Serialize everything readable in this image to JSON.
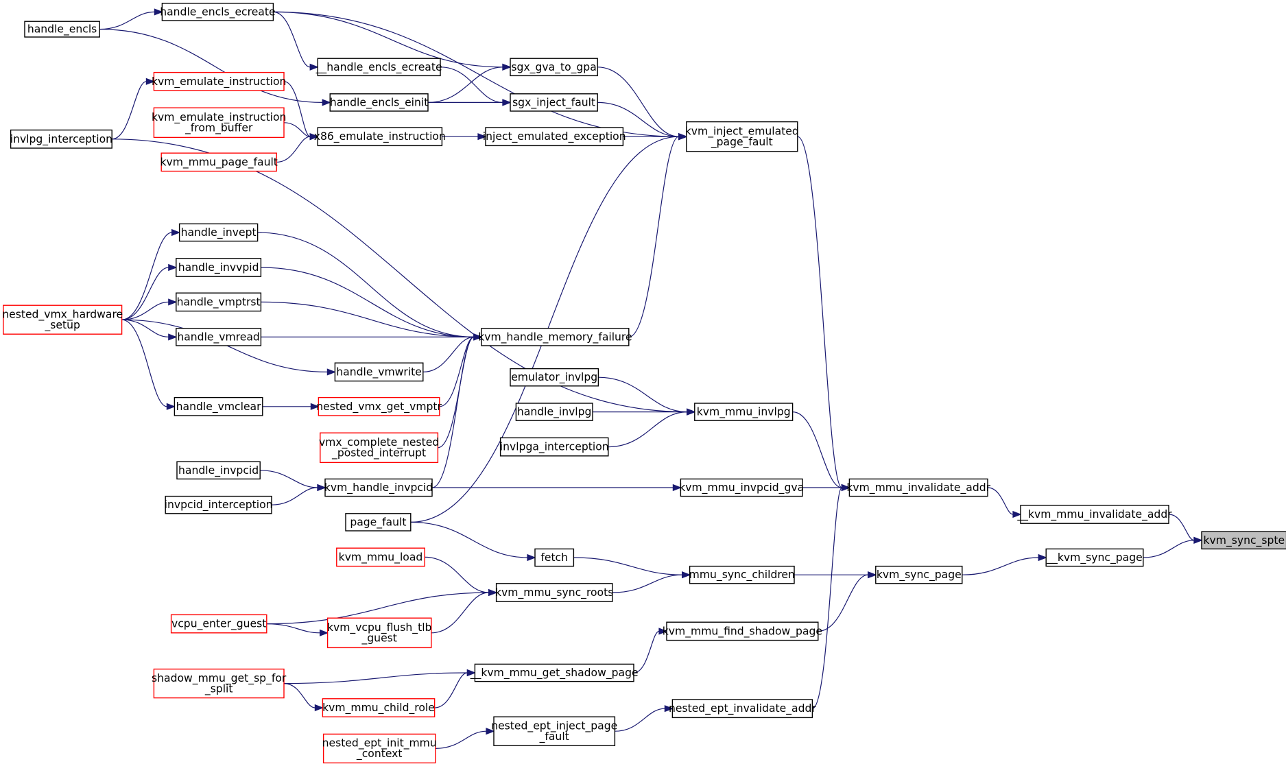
{
  "graph": {
    "type": "caller-graph",
    "colors": {
      "edge": "#191970",
      "node_border": "#000000",
      "truncated_node_border": "#ff0000",
      "focus_node_fill": "#bfbfbf",
      "node_fill": "#ffffff"
    },
    "nodes": [
      {
        "id": "handle_encls",
        "lines": [
          "handle_encls"
        ],
        "style": "normal"
      },
      {
        "id": "handle_encls_ecreate",
        "lines": [
          "handle_encls_ecreate"
        ],
        "style": "normal"
      },
      {
        "id": "__handle_encls_ecreate",
        "lines": [
          "__handle_encls_ecreate"
        ],
        "style": "normal"
      },
      {
        "id": "handle_encls_einit",
        "lines": [
          "handle_encls_einit"
        ],
        "style": "normal"
      },
      {
        "id": "sgx_gva_to_gpa",
        "lines": [
          "sgx_gva_to_gpa"
        ],
        "style": "normal"
      },
      {
        "id": "sgx_inject_fault",
        "lines": [
          "sgx_inject_fault"
        ],
        "style": "normal"
      },
      {
        "id": "kvm_emulate_instruction",
        "lines": [
          "kvm_emulate_instruction"
        ],
        "style": "truncated"
      },
      {
        "id": "kvm_emulate_instruction_from_buffer",
        "lines": [
          "kvm_emulate_instruction",
          "_from_buffer"
        ],
        "style": "truncated"
      },
      {
        "id": "kvm_mmu_page_fault",
        "lines": [
          "kvm_mmu_page_fault"
        ],
        "style": "truncated"
      },
      {
        "id": "invlpg_interception",
        "lines": [
          "invlpg_interception"
        ],
        "style": "normal"
      },
      {
        "id": "x86_emulate_instruction",
        "lines": [
          "x86_emulate_instruction"
        ],
        "style": "normal"
      },
      {
        "id": "inject_emulated_exception",
        "lines": [
          "inject_emulated_exception"
        ],
        "style": "normal"
      },
      {
        "id": "kvm_inject_emulated_page_fault",
        "lines": [
          "kvm_inject_emulated",
          "_page_fault"
        ],
        "style": "normal"
      },
      {
        "id": "handle_invept",
        "lines": [
          "handle_invept"
        ],
        "style": "normal"
      },
      {
        "id": "handle_invvpid",
        "lines": [
          "handle_invvpid"
        ],
        "style": "normal"
      },
      {
        "id": "handle_vmptrst",
        "lines": [
          "handle_vmptrst"
        ],
        "style": "normal"
      },
      {
        "id": "handle_vmread",
        "lines": [
          "handle_vmread"
        ],
        "style": "normal"
      },
      {
        "id": "handle_vmwrite",
        "lines": [
          "handle_vmwrite"
        ],
        "style": "normal"
      },
      {
        "id": "handle_vmclear",
        "lines": [
          "handle_vmclear"
        ],
        "style": "normal"
      },
      {
        "id": "nested_vmx_hardware_setup",
        "lines": [
          "nested_vmx_hardware",
          "_setup"
        ],
        "style": "truncated"
      },
      {
        "id": "kvm_handle_memory_failure",
        "lines": [
          "kvm_handle_memory_failure"
        ],
        "style": "normal"
      },
      {
        "id": "nested_vmx_get_vmptr",
        "lines": [
          "nested_vmx_get_vmptr"
        ],
        "style": "truncated"
      },
      {
        "id": "vmx_complete_nested_posted_interrupt",
        "lines": [
          "vmx_complete_nested",
          "_posted_interrupt"
        ],
        "style": "truncated"
      },
      {
        "id": "emulator_invlpg",
        "lines": [
          "emulator_invlpg"
        ],
        "style": "normal"
      },
      {
        "id": "handle_invlpg",
        "lines": [
          "handle_invlpg"
        ],
        "style": "normal"
      },
      {
        "id": "invlpga_interception",
        "lines": [
          "invlpga_interception"
        ],
        "style": "normal"
      },
      {
        "id": "kvm_mmu_invlpg",
        "lines": [
          "kvm_mmu_invlpg"
        ],
        "style": "normal"
      },
      {
        "id": "handle_invpcid",
        "lines": [
          "handle_invpcid"
        ],
        "style": "normal"
      },
      {
        "id": "invpcid_interception",
        "lines": [
          "invpcid_interception"
        ],
        "style": "normal"
      },
      {
        "id": "kvm_handle_invpcid",
        "lines": [
          "kvm_handle_invpcid"
        ],
        "style": "normal"
      },
      {
        "id": "kvm_mmu_invpcid_gva",
        "lines": [
          "kvm_mmu_invpcid_gva"
        ],
        "style": "normal"
      },
      {
        "id": "kvm_mmu_invalidate_addr",
        "lines": [
          "kvm_mmu_invalidate_addr"
        ],
        "style": "normal"
      },
      {
        "id": "__kvm_mmu_invalidate_addr",
        "lines": [
          "__kvm_mmu_invalidate_addr"
        ],
        "style": "normal"
      },
      {
        "id": "kvm_sync_spte",
        "lines": [
          "kvm_sync_spte"
        ],
        "style": "focus"
      },
      {
        "id": "page_fault",
        "lines": [
          "page_fault"
        ],
        "style": "normal"
      },
      {
        "id": "fetch",
        "lines": [
          "fetch"
        ],
        "style": "normal"
      },
      {
        "id": "kvm_mmu_load",
        "lines": [
          "kvm_mmu_load"
        ],
        "style": "truncated"
      },
      {
        "id": "mmu_sync_children",
        "lines": [
          "mmu_sync_children"
        ],
        "style": "normal"
      },
      {
        "id": "kvm_sync_page",
        "lines": [
          "kvm_sync_page"
        ],
        "style": "normal"
      },
      {
        "id": "__kvm_sync_page",
        "lines": [
          "__kvm_sync_page"
        ],
        "style": "normal"
      },
      {
        "id": "kvm_mmu_sync_roots",
        "lines": [
          "kvm_mmu_sync_roots"
        ],
        "style": "normal"
      },
      {
        "id": "vcpu_enter_guest",
        "lines": [
          "vcpu_enter_guest"
        ],
        "style": "truncated"
      },
      {
        "id": "kvm_vcpu_flush_tlb_guest",
        "lines": [
          "kvm_vcpu_flush_tlb",
          "_guest"
        ],
        "style": "truncated"
      },
      {
        "id": "kvm_mmu_find_shadow_page",
        "lines": [
          "kvm_mmu_find_shadow_page"
        ],
        "style": "normal"
      },
      {
        "id": "shadow_mmu_get_sp_for_split",
        "lines": [
          "shadow_mmu_get_sp_for",
          "_split"
        ],
        "style": "truncated"
      },
      {
        "id": "__kvm_mmu_get_shadow_page",
        "lines": [
          "__kvm_mmu_get_shadow_page"
        ],
        "style": "normal"
      },
      {
        "id": "kvm_mmu_child_role",
        "lines": [
          "kvm_mmu_child_role"
        ],
        "style": "truncated"
      },
      {
        "id": "nested_ept_invalidate_addr",
        "lines": [
          "nested_ept_invalidate_addr"
        ],
        "style": "normal"
      },
      {
        "id": "nested_ept_inject_page_fault",
        "lines": [
          "nested_ept_inject_page",
          "_fault"
        ],
        "style": "normal"
      },
      {
        "id": "nested_ept_init_mmu_context",
        "lines": [
          "nested_ept_init_mmu",
          "_context"
        ],
        "style": "truncated"
      }
    ],
    "edges": [
      [
        "handle_encls",
        "handle_encls_ecreate"
      ],
      [
        "handle_encls",
        "handle_encls_einit"
      ],
      [
        "handle_encls_ecreate",
        "kvm_inject_emulated_page_fault"
      ],
      [
        "handle_encls_ecreate",
        "__handle_encls_ecreate"
      ],
      [
        "handle_encls_ecreate",
        "sgx_gva_to_gpa"
      ],
      [
        "__handle_encls_ecreate",
        "sgx_inject_fault"
      ],
      [
        "handle_encls_einit",
        "sgx_gva_to_gpa"
      ],
      [
        "handle_encls_einit",
        "sgx_inject_fault"
      ],
      [
        "sgx_gva_to_gpa",
        "kvm_inject_emulated_page_fault"
      ],
      [
        "sgx_inject_fault",
        "kvm_inject_emulated_page_fault"
      ],
      [
        "invlpg_interception",
        "kvm_emulate_instruction"
      ],
      [
        "kvm_emulate_instruction",
        "x86_emulate_instruction"
      ],
      [
        "kvm_emulate_instruction_from_buffer",
        "x86_emulate_instruction"
      ],
      [
        "kvm_mmu_page_fault",
        "x86_emulate_instruction"
      ],
      [
        "x86_emulate_instruction",
        "inject_emulated_exception"
      ],
      [
        "inject_emulated_exception",
        "kvm_inject_emulated_page_fault"
      ],
      [
        "invlpg_interception",
        "kvm_mmu_invlpg"
      ],
      [
        "nested_vmx_hardware_setup",
        "handle_invept"
      ],
      [
        "nested_vmx_hardware_setup",
        "handle_invvpid"
      ],
      [
        "nested_vmx_hardware_setup",
        "handle_vmptrst"
      ],
      [
        "nested_vmx_hardware_setup",
        "handle_vmread"
      ],
      [
        "nested_vmx_hardware_setup",
        "handle_vmwrite"
      ],
      [
        "nested_vmx_hardware_setup",
        "handle_vmclear"
      ],
      [
        "handle_invept",
        "kvm_handle_memory_failure"
      ],
      [
        "handle_invvpid",
        "kvm_handle_memory_failure"
      ],
      [
        "handle_vmptrst",
        "kvm_handle_memory_failure"
      ],
      [
        "handle_vmread",
        "kvm_handle_memory_failure"
      ],
      [
        "handle_vmwrite",
        "kvm_handle_memory_failure"
      ],
      [
        "handle_vmclear",
        "nested_vmx_get_vmptr"
      ],
      [
        "nested_vmx_get_vmptr",
        "kvm_handle_memory_failure"
      ],
      [
        "vmx_complete_nested_posted_interrupt",
        "kvm_handle_memory_failure"
      ],
      [
        "kvm_handle_invpcid",
        "kvm_handle_memory_failure"
      ],
      [
        "kvm_handle_memory_failure",
        "kvm_inject_emulated_page_fault"
      ],
      [
        "emulator_invlpg",
        "kvm_mmu_invlpg"
      ],
      [
        "handle_invlpg",
        "kvm_mmu_invlpg"
      ],
      [
        "invlpga_interception",
        "kvm_mmu_invlpg"
      ],
      [
        "kvm_mmu_invlpg",
        "kvm_mmu_invalidate_addr"
      ],
      [
        "handle_invpcid",
        "kvm_handle_invpcid"
      ],
      [
        "invpcid_interception",
        "kvm_handle_invpcid"
      ],
      [
        "kvm_handle_invpcid",
        "kvm_mmu_invpcid_gva"
      ],
      [
        "kvm_mmu_invpcid_gva",
        "kvm_mmu_invalidate_addr"
      ],
      [
        "kvm_inject_emulated_page_fault",
        "kvm_mmu_invalidate_addr"
      ],
      [
        "kvm_mmu_invalidate_addr",
        "__kvm_mmu_invalidate_addr"
      ],
      [
        "__kvm_mmu_invalidate_addr",
        "kvm_sync_spte"
      ],
      [
        "page_fault",
        "kvm_inject_emulated_page_fault"
      ],
      [
        "page_fault",
        "fetch"
      ],
      [
        "fetch",
        "mmu_sync_children"
      ],
      [
        "kvm_mmu_load",
        "kvm_mmu_sync_roots"
      ],
      [
        "vcpu_enter_guest",
        "kvm_mmu_sync_roots"
      ],
      [
        "vcpu_enter_guest",
        "kvm_vcpu_flush_tlb_guest"
      ],
      [
        "kvm_vcpu_flush_tlb_guest",
        "kvm_mmu_sync_roots"
      ],
      [
        "kvm_mmu_sync_roots",
        "mmu_sync_children"
      ],
      [
        "mmu_sync_children",
        "kvm_sync_page"
      ],
      [
        "kvm_mmu_find_shadow_page",
        "kvm_sync_page"
      ],
      [
        "kvm_sync_page",
        "__kvm_sync_page"
      ],
      [
        "__kvm_sync_page",
        "kvm_sync_spte"
      ],
      [
        "shadow_mmu_get_sp_for_split",
        "__kvm_mmu_get_shadow_page"
      ],
      [
        "shadow_mmu_get_sp_for_split",
        "kvm_mmu_child_role"
      ],
      [
        "kvm_mmu_child_role",
        "__kvm_mmu_get_shadow_page"
      ],
      [
        "__kvm_mmu_get_shadow_page",
        "kvm_mmu_find_shadow_page"
      ],
      [
        "nested_ept_init_mmu_context",
        "nested_ept_inject_page_fault"
      ],
      [
        "nested_ept_inject_page_fault",
        "nested_ept_invalidate_addr"
      ],
      [
        "nested_ept_invalidate_addr",
        "kvm_mmu_invalidate_addr"
      ]
    ]
  }
}
